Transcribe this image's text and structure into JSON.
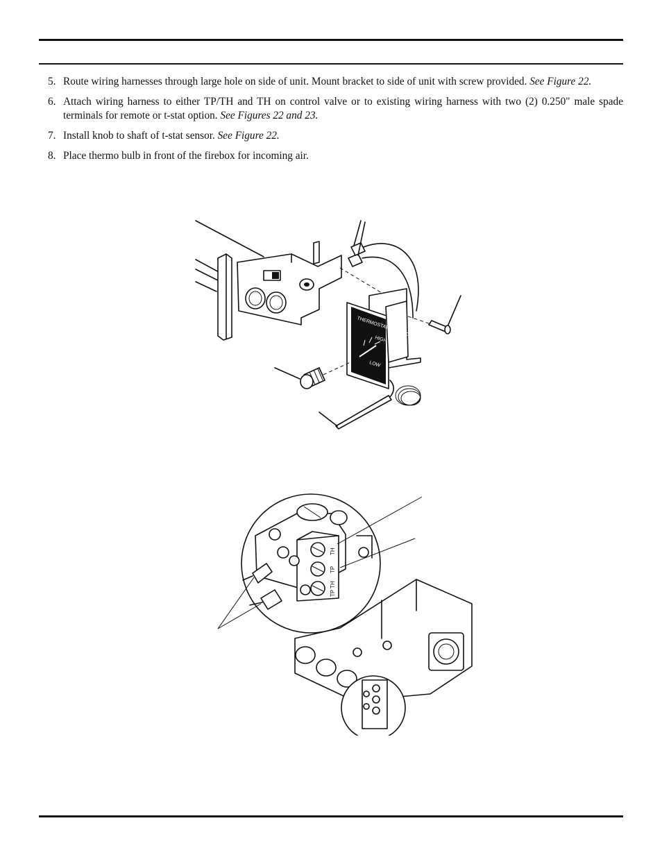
{
  "steps": [
    {
      "num": "5.",
      "text": "Route wiring harnesses through large hole on side of unit. Mount bracket to side of unit with screw provided. ",
      "ref": "See Figure 22."
    },
    {
      "num": "6.",
      "text": "Attach wiring harness to either TP/TH and TH on control valve or to existing wiring harness with two (2) 0.250\" male spade terminals for remote or t-stat option. ",
      "ref": "See Figures 22 and 23."
    },
    {
      "num": "7.",
      "text": "Install knob to shaft of t-stat sensor. ",
      "ref": "See Figure 22."
    },
    {
      "num": "8.",
      "text": "Place thermo bulb in front of the firebox for incoming air.",
      "ref": ""
    }
  ],
  "figure22": {
    "dial_title": "THERMOSTAT SETTING",
    "dial_high": "HIGH",
    "dial_low": "LOW"
  },
  "figure23": {
    "terminal_th": "TH",
    "terminal_tp": "TP",
    "terminal_tpth": "TP TH"
  }
}
